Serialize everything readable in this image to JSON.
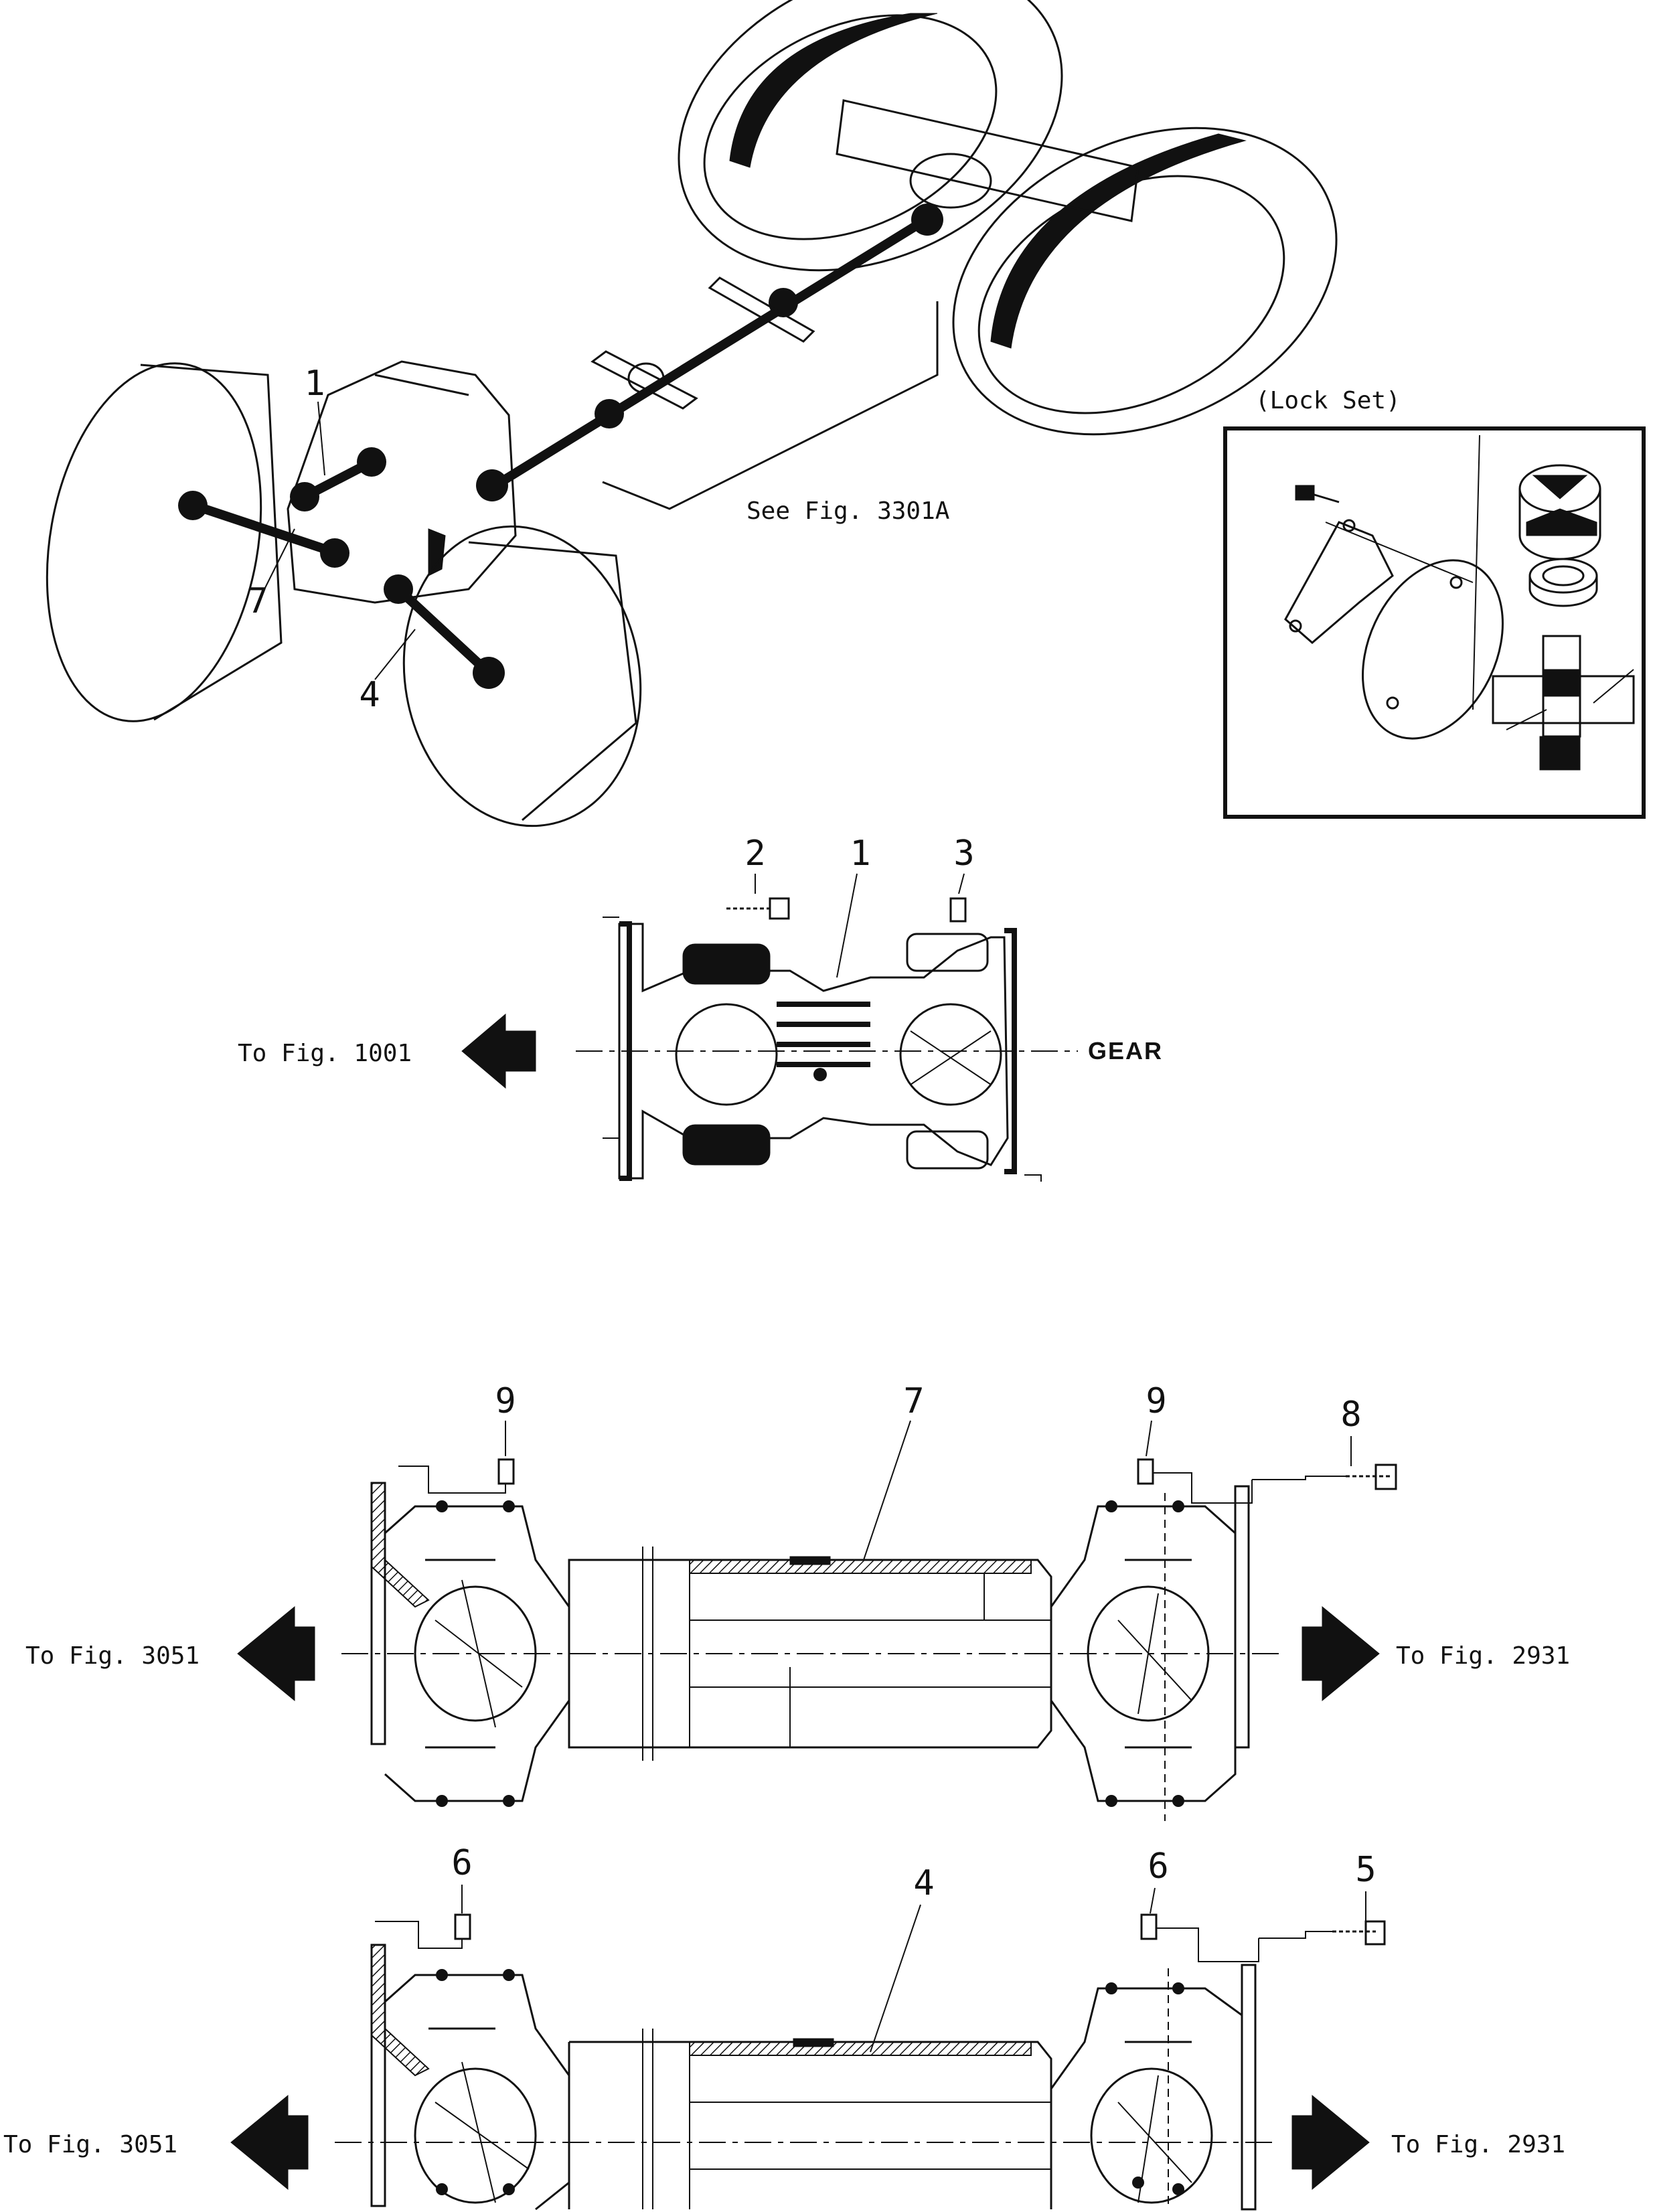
{
  "overview": {
    "labels": {
      "shaft1": "1",
      "shaft7": "7",
      "shaft4": "4"
    },
    "see_fig": "See Fig. 3301A"
  },
  "lock_set": {
    "title": "(Lock Set)"
  },
  "assembly1": {
    "callouts": {
      "c2": "2",
      "c1": "1",
      "c3": "3"
    },
    "to_left": "To Fig. 1001",
    "to_right": "GEAR"
  },
  "assembly7": {
    "callouts": {
      "c9a": "9",
      "c7": "7",
      "c9b": "9",
      "c8": "8"
    },
    "to_left": "To Fig. 3051",
    "to_right": "To Fig. 2931"
  },
  "assembly4": {
    "callouts": {
      "c6a": "6",
      "c4": "4",
      "c6b": "6",
      "c5": "5"
    },
    "to_left": "To Fig. 3051",
    "to_right": "To Fig. 2931"
  }
}
